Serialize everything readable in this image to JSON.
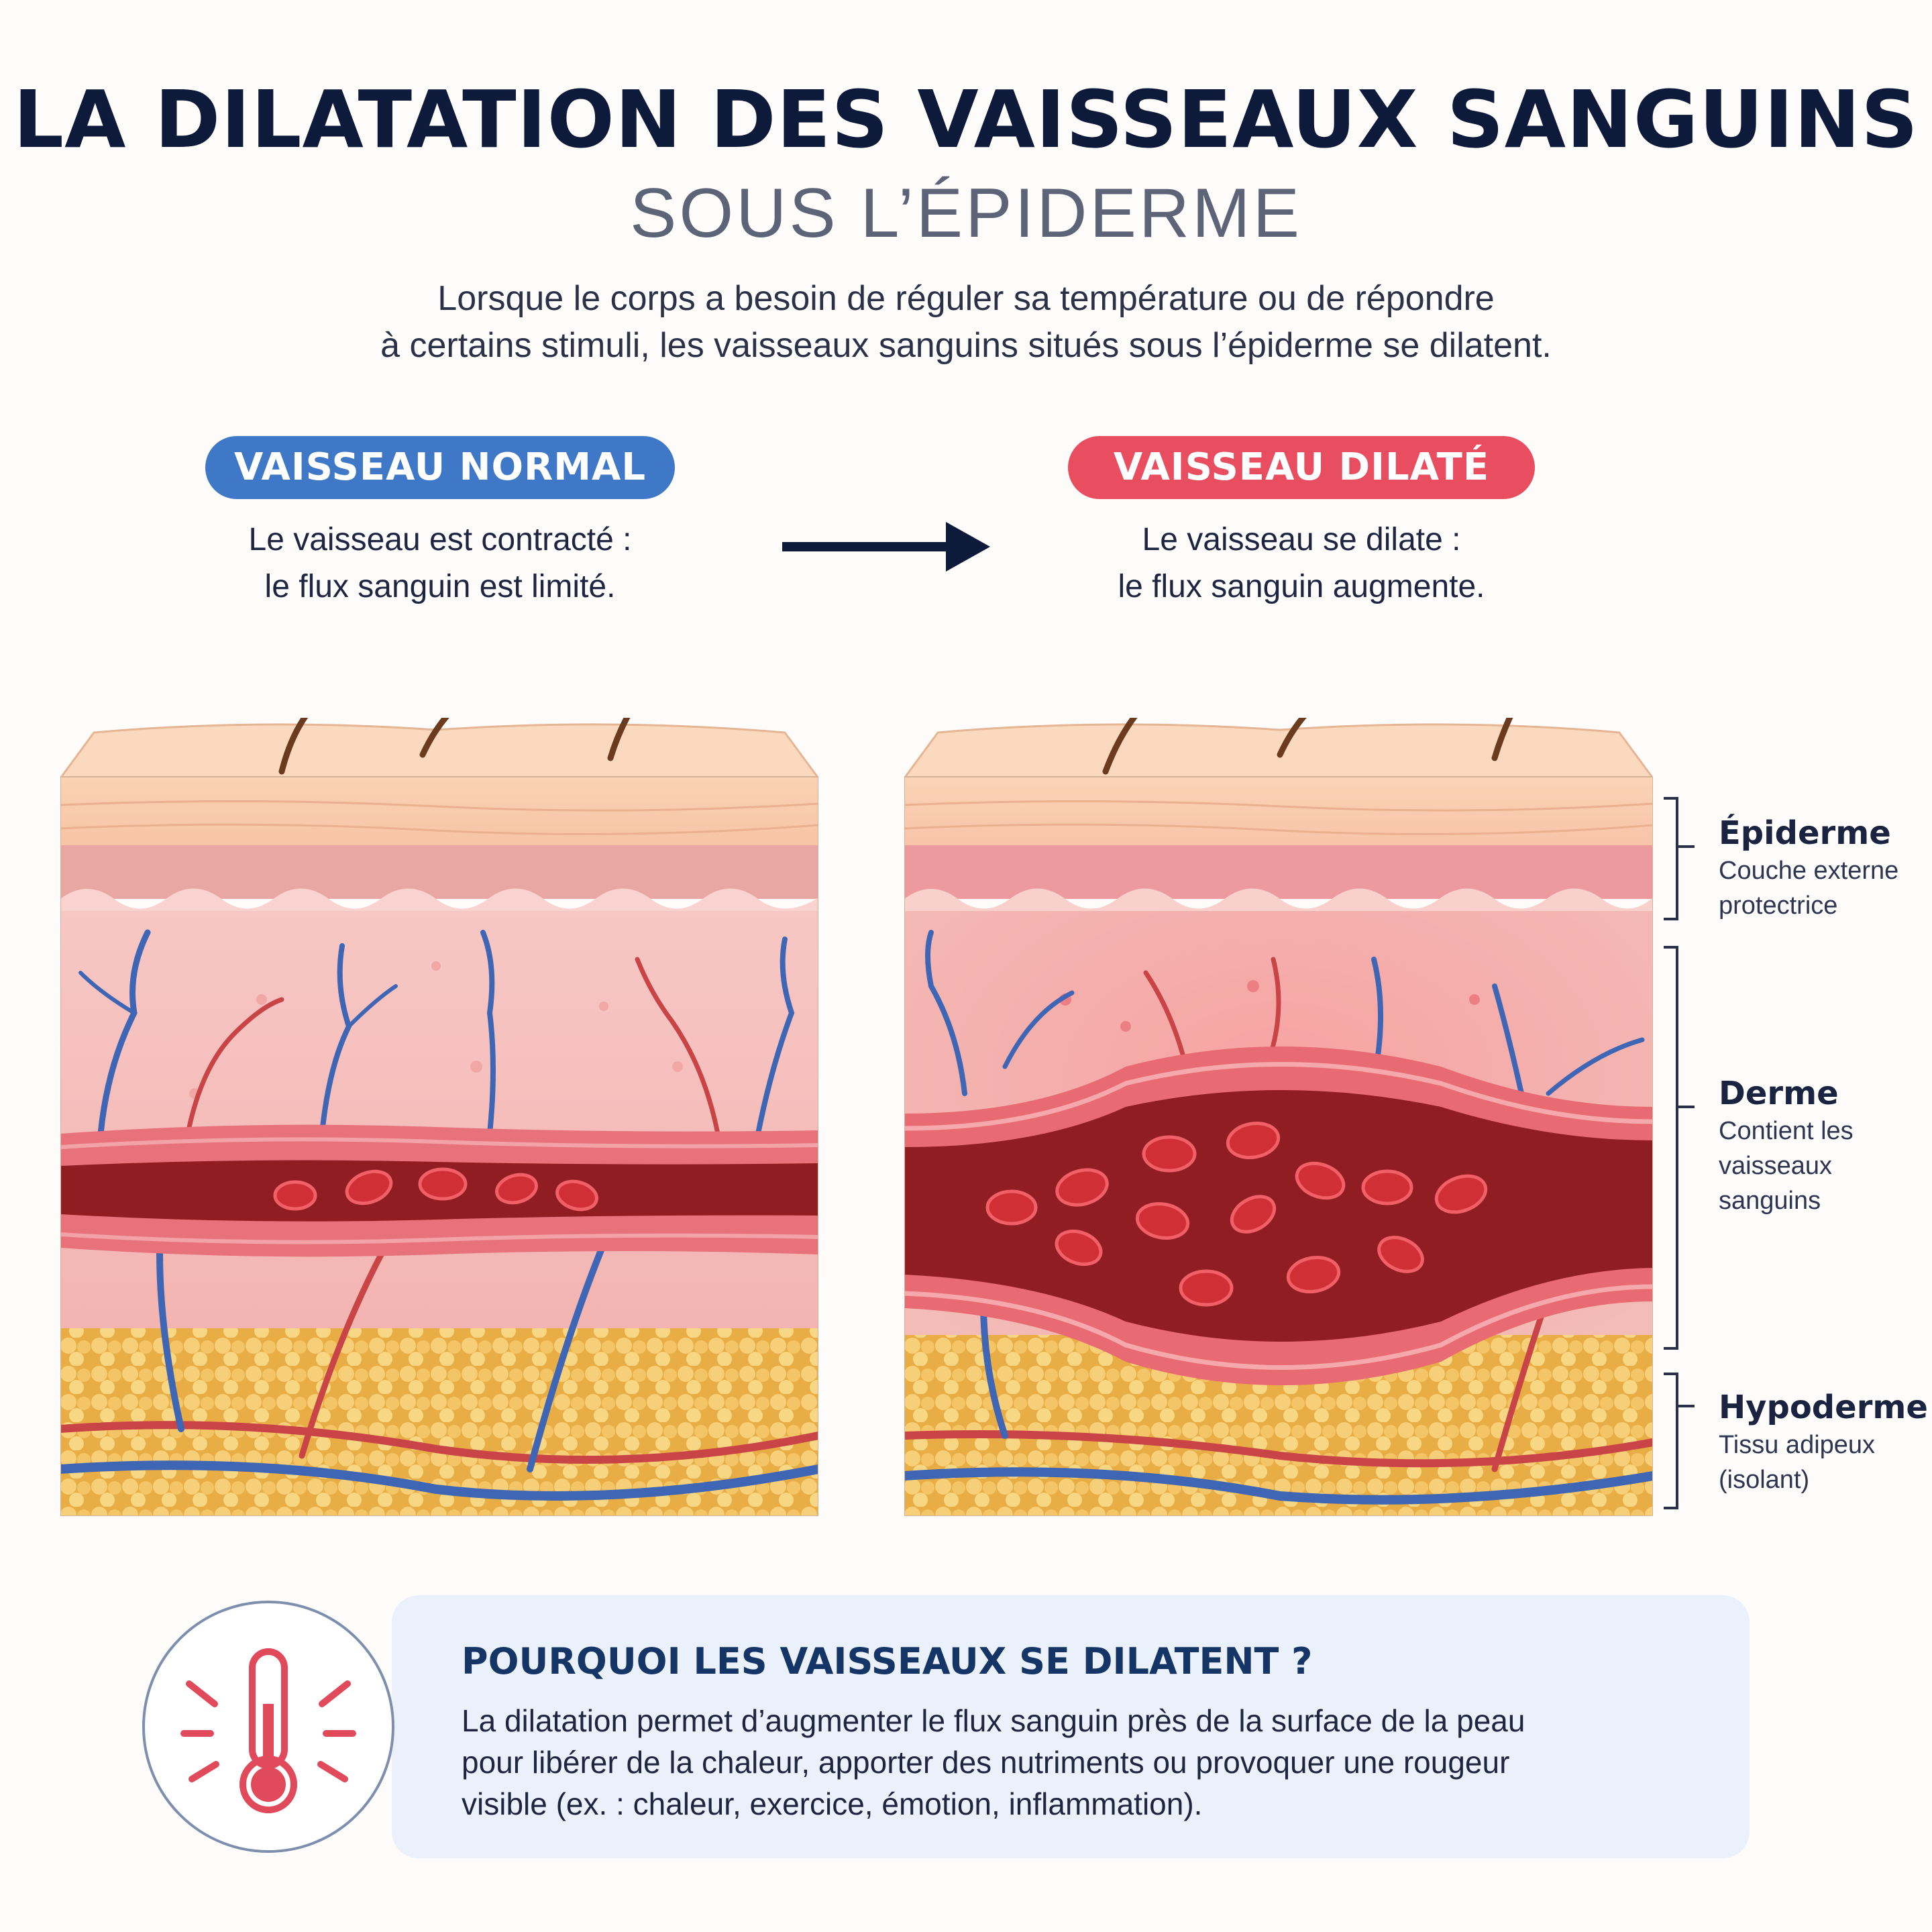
{
  "header": {
    "title": "LA DILATATION DES VAISSEAUX SANGUINS",
    "subtitle": "SOUS L’ÉPIDERME",
    "intro_line1": "Lorsque le corps a besoin de réguler sa température ou de répondre",
    "intro_line2": "à certains stimuli, les vaisseaux sanguins situés sous l’épiderme se dilatent."
  },
  "normal": {
    "label": "VAISSEAU NORMAL",
    "desc_line1": "Le vaisseau est contracté :",
    "desc_line2": "le flux sanguin est limité."
  },
  "dilated": {
    "label": "VAISSEAU DILATÉ",
    "desc_line1": "Le vaisseau se dilate :",
    "desc_line2": "le flux sanguin augmente."
  },
  "layers": {
    "epiderme": {
      "title": "Épiderme",
      "line1": "Couche externe",
      "line2": "protectrice"
    },
    "derme": {
      "title": "Derme",
      "line1": "Contient les",
      "line2": "vaisseaux",
      "line3": "sanguins"
    },
    "hypoderme": {
      "title": "Hypoderme",
      "line1": "Tissu adipeux",
      "line2": "(isolant)"
    }
  },
  "info": {
    "heading": "POURQUOI LES VAISSEAUX SE DILATENT ?",
    "line1": "La dilatation permet d’augmenter le flux sanguin près de la surface de la peau",
    "line2": "pour libérer de la chaleur, apporter des nutriments ou provoquer une rougeur",
    "line3": "visible (ex. : chaleur, exercice, émotion, inflammation)."
  },
  "colors": {
    "normal_accent": "#3f78c6",
    "dilated_accent": "#e84e5f",
    "title": "#0e1a3a",
    "info_heading": "#143566",
    "info_bg": "#ebf1fa",
    "thermometer": "#e04a5a"
  },
  "icons": {
    "arrow": "arrow-right-icon",
    "thermometer": "thermometer-icon"
  }
}
